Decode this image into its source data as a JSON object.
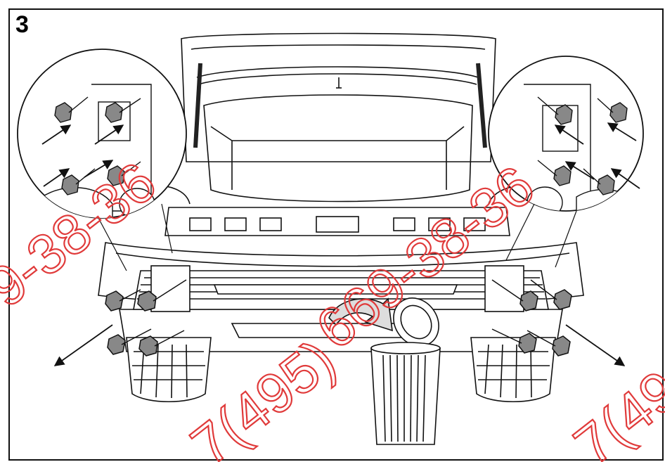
{
  "figure": {
    "step_number": "3"
  },
  "watermark": {
    "fragment_left": "9-38-36",
    "fragment_center": "669-38-36",
    "fragment_bottom": "7(495)",
    "fragment_right": "7(49"
  },
  "colors": {
    "line": "#111111",
    "watermark": "#e03a3a",
    "background": "#ffffff"
  },
  "icons": {
    "arrows": "removal-arrow-icon",
    "bolts": "bolt-icon",
    "trash": "trash-can-icon",
    "rotate": "curved-arrow-icon"
  }
}
